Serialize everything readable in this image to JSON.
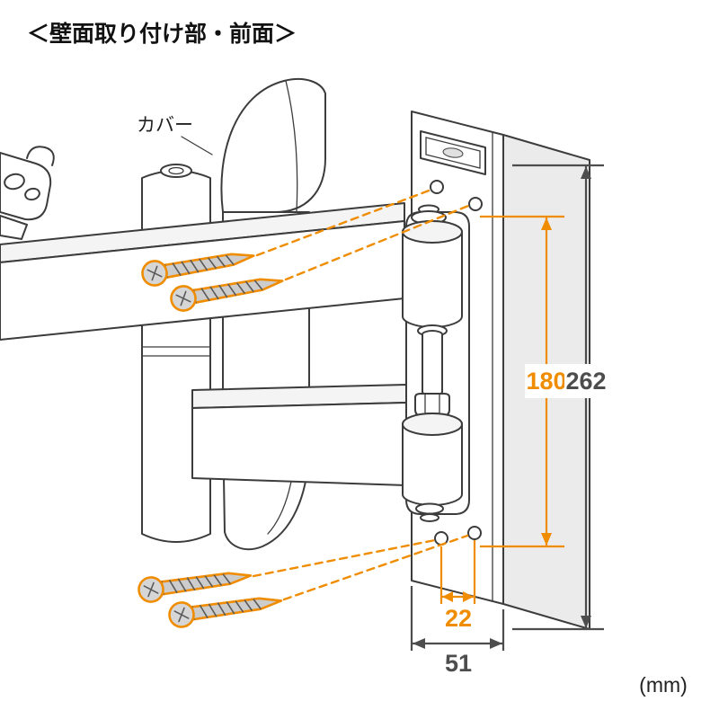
{
  "title": "＜壁面取り付け部・前面＞",
  "labels": {
    "cover": "カバー",
    "unit": "(mm)"
  },
  "dimensions": {
    "hole_pitch_vertical": "180",
    "bracket_height": "262",
    "hole_pitch_horizontal": "22",
    "bracket_width": "51"
  },
  "colors": {
    "accent_orange": "#f08c00",
    "dimension_gray": "#4d4d4d",
    "line_dark": "#3c3c3c"
  }
}
